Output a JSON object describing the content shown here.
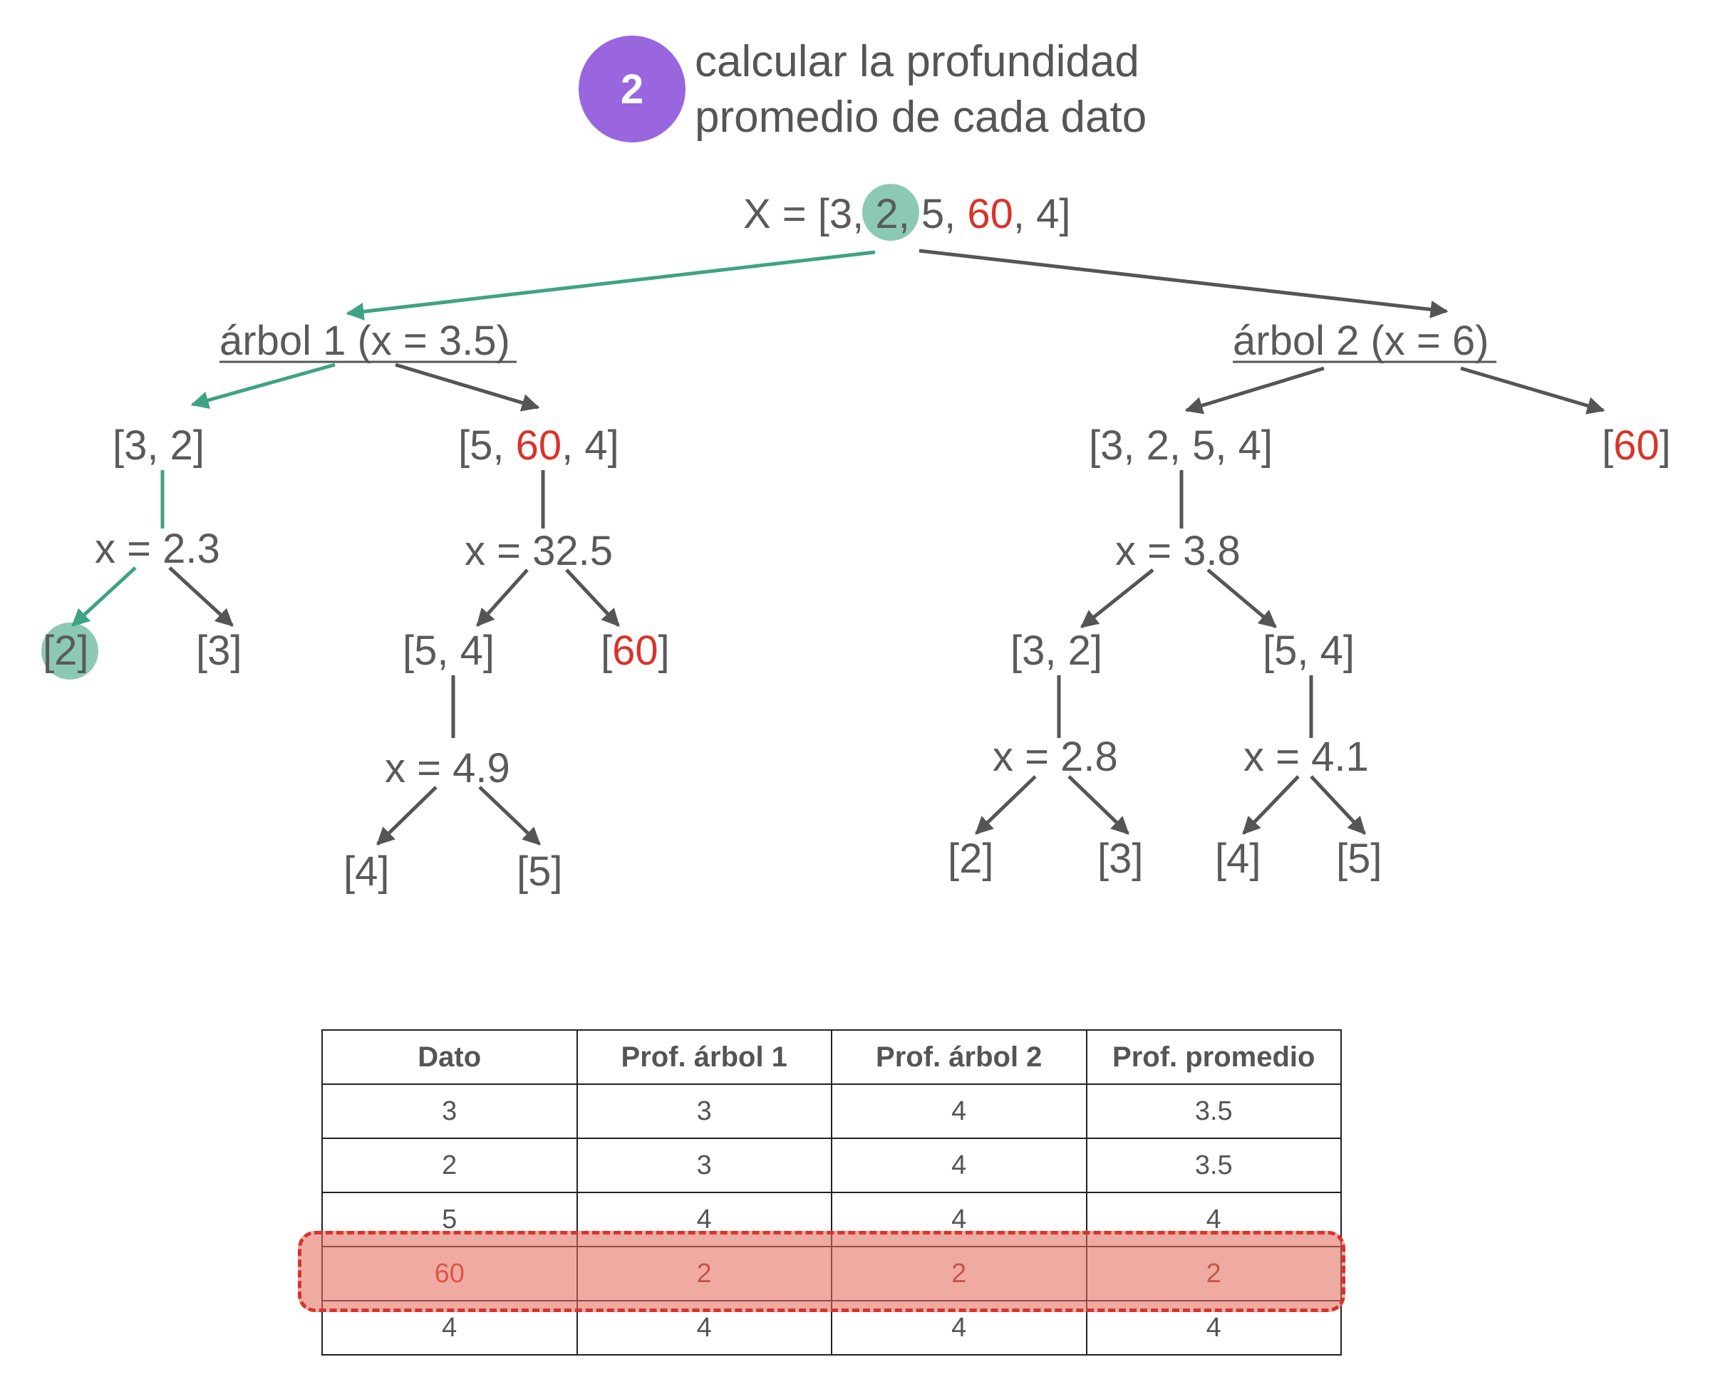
{
  "step": {
    "number": "2",
    "title_line1": "calcular la profundidad",
    "title_line2": "promedio de cada dato"
  },
  "colors": {
    "badge": "#9966e0",
    "path_highlight": "#3fa383",
    "outlier": "#d9332a",
    "row_highlight": "#e46e5f",
    "text": "#555555"
  },
  "root": {
    "prefix": "X = [3, ",
    "selected": "2",
    "middle": ", 5, ",
    "outlier": "60",
    "suffix": ", 4]"
  },
  "tree1": {
    "title": "árbol 1 (x = 3.5)",
    "left_node": "[3, 2]",
    "right_node_prefix": "[5, ",
    "right_node_outlier": "60",
    "right_node_suffix": ", 4]",
    "split_left": "x = 2.3",
    "split_right": "x = 32.5",
    "leaf_2_open": "[",
    "leaf_2_value": "2",
    "leaf_2_close": "]",
    "leaf_3": "[3]",
    "node_54": "[5, 4]",
    "leaf_60_open": "[",
    "leaf_60_value": "60",
    "leaf_60_close": "]",
    "split_49": "x = 4.9",
    "leaf_4": "[4]",
    "leaf_5": "[5]"
  },
  "tree2": {
    "title": "árbol 2 (x = 6)",
    "left_node": "[3, 2, 5, 4]",
    "leaf_60_open": "[",
    "leaf_60_value": "60",
    "leaf_60_close": "]",
    "split_38": "x = 3.8",
    "node_32": "[3, 2]",
    "node_54": "[5, 4]",
    "split_28": "x = 2.8",
    "split_41": "x = 4.1",
    "leaf_2": "[2]",
    "leaf_3": "[3]",
    "leaf_4": "[4]",
    "leaf_5": "[5]"
  },
  "table": {
    "headers": [
      "Dato",
      "Prof. árbol 1",
      "Prof. árbol 2",
      "Prof. promedio"
    ],
    "rows": [
      [
        "3",
        "3",
        "4",
        "3.5"
      ],
      [
        "2",
        "3",
        "4",
        "3.5"
      ],
      [
        "5",
        "4",
        "4",
        "4"
      ],
      [
        "60",
        "2",
        "2",
        "2"
      ],
      [
        "4",
        "4",
        "4",
        "4"
      ]
    ]
  }
}
